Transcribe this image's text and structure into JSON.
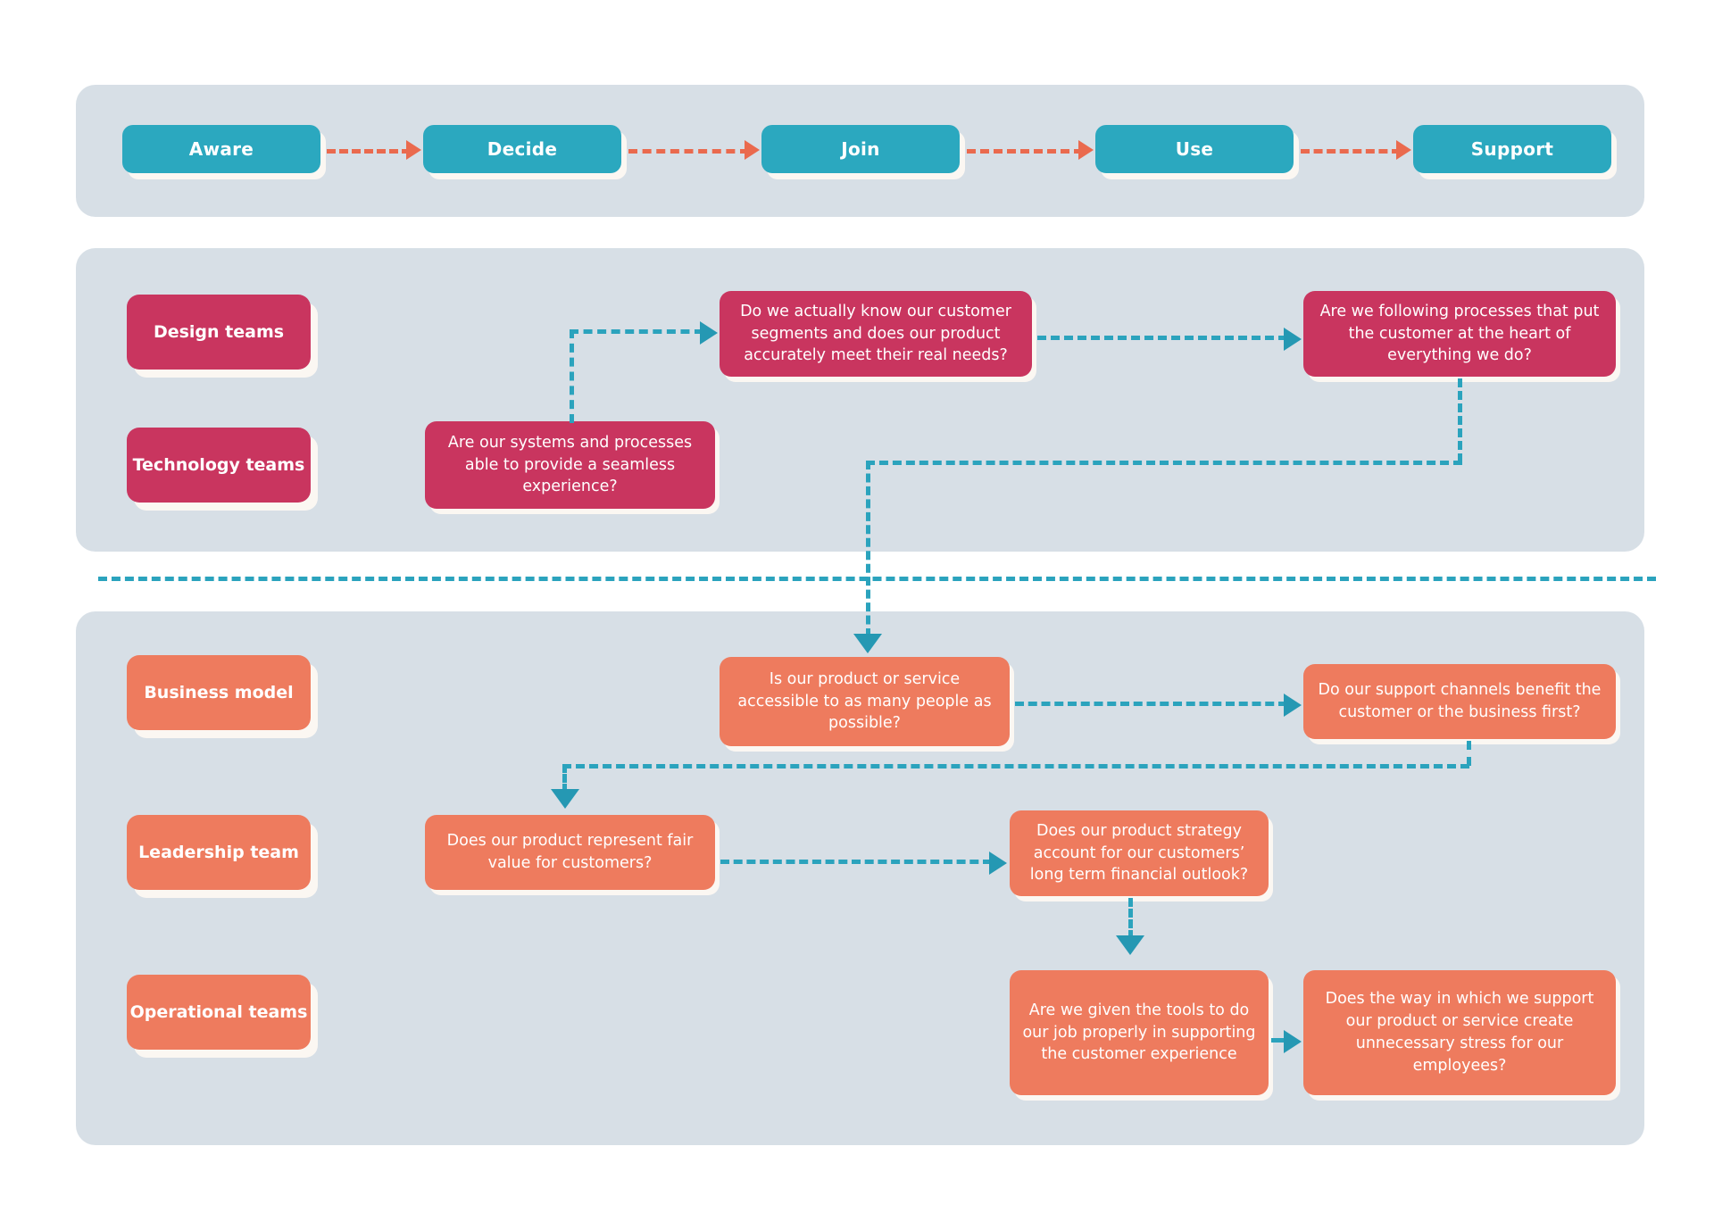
{
  "journey": {
    "stages": [
      {
        "id": "aware",
        "label": "Aware"
      },
      {
        "id": "decide",
        "label": "Decide"
      },
      {
        "id": "join",
        "label": "Join"
      },
      {
        "id": "use",
        "label": "Use"
      },
      {
        "id": "support",
        "label": "Support"
      }
    ]
  },
  "strategic": {
    "roles": [
      {
        "id": "design",
        "label": "Design teams"
      },
      {
        "id": "technology",
        "label": "Technology  teams"
      }
    ],
    "questions": [
      {
        "id": "segments",
        "text": "Do we actually know our customer segments and does our product accurately meet their real needs?"
      },
      {
        "id": "processes",
        "text": "Are we following processes that put the customer at the heart of everything we do?"
      },
      {
        "id": "systems",
        "text": "Are our systems and processes able to provide a seamless experience?"
      }
    ]
  },
  "delivery": {
    "roles": [
      {
        "id": "business",
        "label": "Business model"
      },
      {
        "id": "leadership",
        "label": "Leadership team"
      },
      {
        "id": "operations",
        "label": "Operational teams"
      }
    ],
    "questions": [
      {
        "id": "accessible",
        "text": "Is our product or service accessible to as many people as possible?"
      },
      {
        "id": "channels",
        "text": "Do our support channels benefit the customer or the business first?"
      },
      {
        "id": "fairvalue",
        "text": "Does our product represent fair value for customers?"
      },
      {
        "id": "strategy",
        "text": "Does our product strategy account for our customers’ long term financial outlook?"
      },
      {
        "id": "tools",
        "text": "Are we given the tools to do our job properly in supporting the customer experience"
      },
      {
        "id": "stress",
        "text": "Does the way in which we support our product or service create unnecessary stress for our employees?"
      }
    ]
  },
  "colors": {
    "page_background": "#ffffff",
    "panel": "#d7dfe6",
    "stage_box": "#2ba8bf",
    "pink_box": "#c9355f",
    "orange_box": "#ee7b5e",
    "teal_connector": "#2ba3bd",
    "orange_connector": "#ea6a4e",
    "box_shadow": "#fbf7f2",
    "text": "#ffffff"
  }
}
